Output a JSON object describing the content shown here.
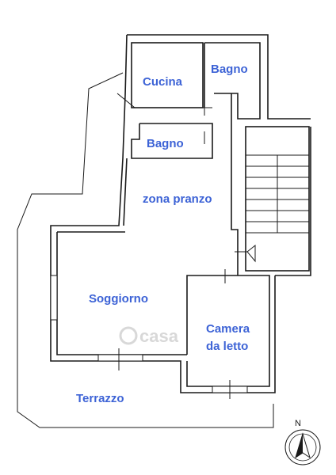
{
  "rooms": {
    "cucina": "Cucina",
    "bagno_top": "Bagno",
    "bagno_mid": "Bagno",
    "zona_pranzo": "zona pranzo",
    "soggiorno": "Soggiorno",
    "camera_line1": "Camera",
    "camera_line2": "da letto",
    "terrazzo": "Terrazzo"
  },
  "compass": {
    "north": "N"
  },
  "watermark": "casa",
  "colors": {
    "label": "#3d63d6",
    "wall": "#1a1a1a"
  }
}
